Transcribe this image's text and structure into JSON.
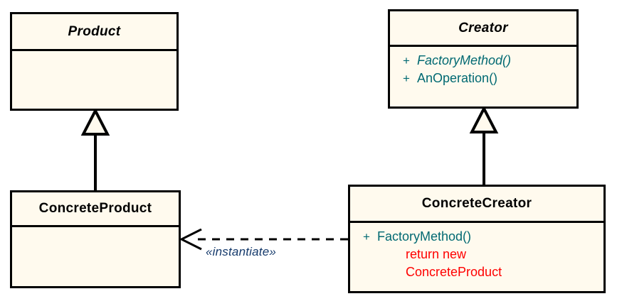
{
  "diagram": {
    "kind": "uml-class-diagram",
    "pattern": "Factory Method",
    "colors": {
      "class_fill": "#fffaee",
      "class_border": "#000000",
      "member_text": "#006972",
      "note_text": "#ff0000",
      "stereotype_text": "#14396b",
      "background": "#ffffff"
    }
  },
  "classes": {
    "product": {
      "name": "Product",
      "abstract": true,
      "members": []
    },
    "creator": {
      "name": "Creator",
      "abstract": true,
      "members": [
        {
          "visibility": "+",
          "signature": "FactoryMethod()",
          "abstract": true
        },
        {
          "visibility": "+",
          "signature": "AnOperation()",
          "abstract": false
        }
      ]
    },
    "concrete_product": {
      "name": "ConcreteProduct",
      "abstract": false,
      "members": []
    },
    "concrete_creator": {
      "name": "ConcreteCreator",
      "abstract": false,
      "members": [
        {
          "visibility": "+",
          "signature": "FactoryMethod()",
          "abstract": false
        }
      ],
      "note_lines": [
        "return new",
        "ConcreteProduct"
      ]
    }
  },
  "relationships": {
    "product_generalization": {
      "type": "generalization",
      "from": "ConcreteProduct",
      "to": "Product"
    },
    "creator_generalization": {
      "type": "generalization",
      "from": "ConcreteCreator",
      "to": "Creator"
    },
    "instantiate_dependency": {
      "type": "dependency",
      "from": "ConcreteCreator",
      "to": "ConcreteProduct",
      "stereotype": "«instantiate»"
    }
  }
}
